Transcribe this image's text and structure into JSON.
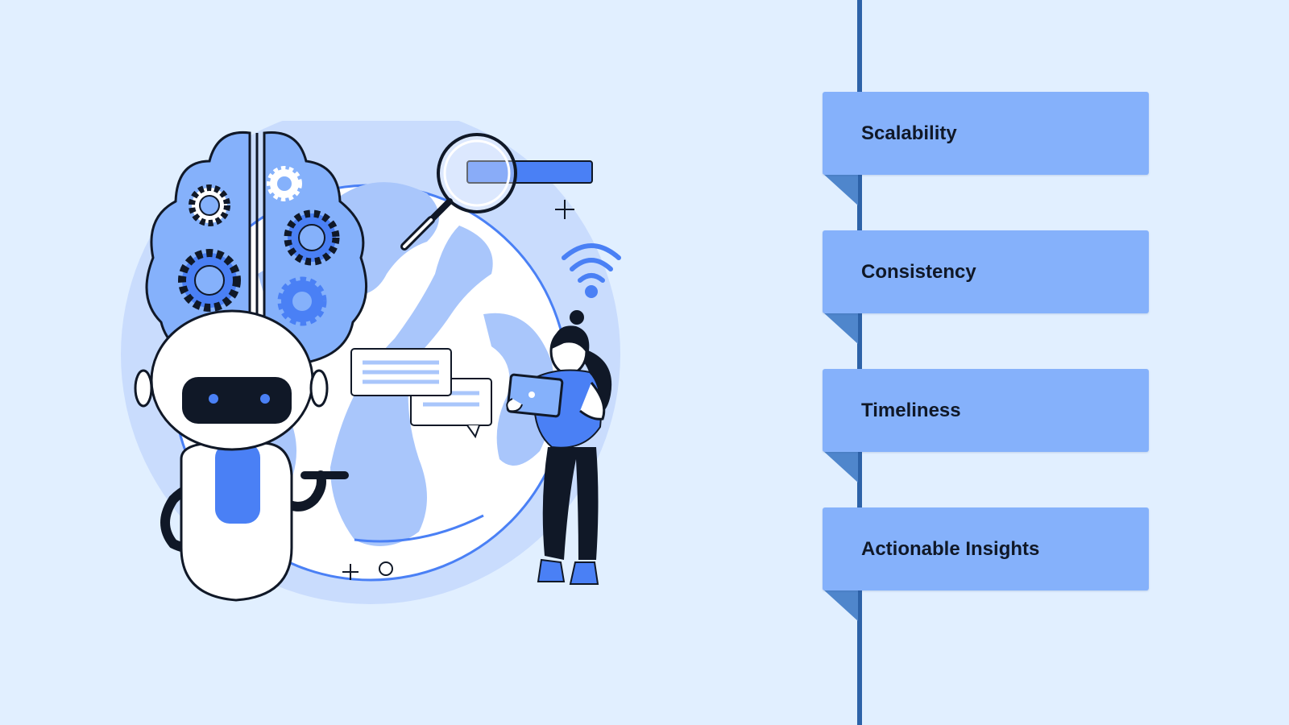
{
  "colors": {
    "background": "#e1efff",
    "timeline": "#2d62a8",
    "ribbon": "#85b1fb",
    "ribbon_fold": "#4f86cc",
    "accent": "#4a80f5",
    "ink": "#101827"
  },
  "illustration": {
    "icons": [
      "robot-icon",
      "brain-icon",
      "gear-icon",
      "globe-icon",
      "magnifier-icon",
      "search-bar-icon",
      "wifi-icon",
      "chat-bubble-icon",
      "person-with-tablet-icon",
      "sparkle-icon"
    ]
  },
  "timeline": {
    "items": [
      {
        "label": "Scalability"
      },
      {
        "label": "Consistency"
      },
      {
        "label": "Timeliness"
      },
      {
        "label": "Actionable Insights"
      }
    ]
  }
}
